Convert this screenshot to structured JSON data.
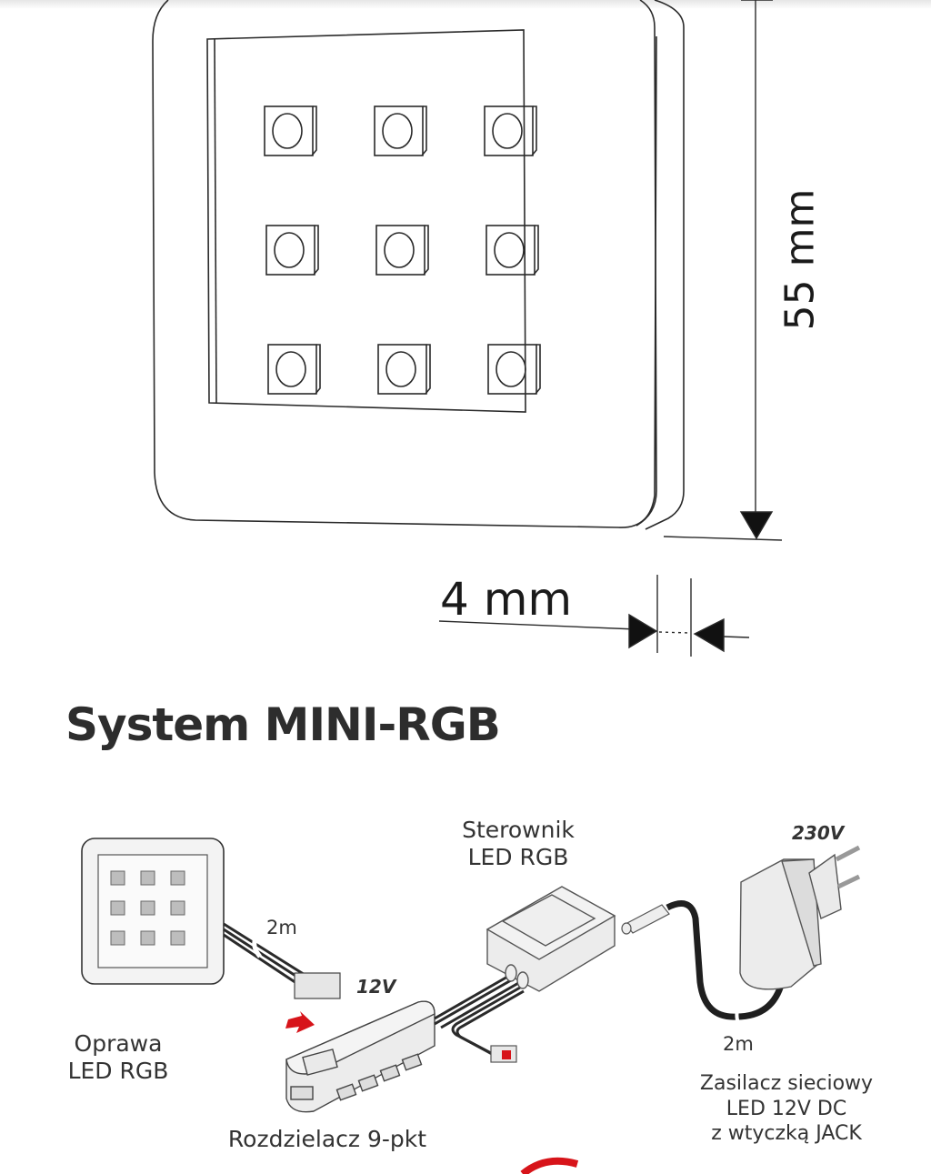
{
  "drawing": {
    "dimension_height": "55 mm",
    "dimension_depth": "4 mm",
    "led_grid": {
      "rows": 3,
      "cols": 3
    }
  },
  "system": {
    "title": "System MINI-RGB",
    "components": {
      "fixture": {
        "line1": "Oprawa",
        "line2": "LED RGB",
        "cable_length": "2m"
      },
      "splitter": {
        "label": "Rozdzielacz 9-pkt",
        "voltage": "12V"
      },
      "controller": {
        "line1": "Sterownik",
        "line2": "LED RGB"
      },
      "power_supply": {
        "line1": "Zasilacz sieciowy",
        "line2": "LED 12V DC",
        "line3": "z wtyczką JACK",
        "cable_length": "2m",
        "voltage": "230V"
      }
    },
    "colors": {
      "accent_red": "#d7141a",
      "line": "#2a2a2a",
      "cable": "#1f1f1f",
      "device_fill": "#ececec"
    }
  }
}
